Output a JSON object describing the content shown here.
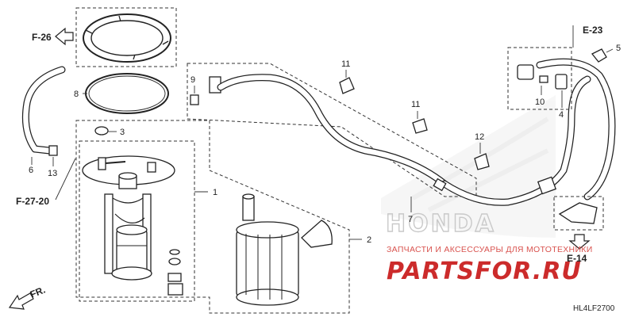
{
  "diagram": {
    "ref_codes": {
      "f26": "F-26",
      "f2720": "F-27-20",
      "e23": "E-23",
      "e14": "E-14",
      "fr": "FR."
    },
    "callouts": {
      "p1": "1",
      "p2": "2",
      "p3": "3",
      "p4": "4",
      "p5": "5",
      "p6": "6",
      "p7": "7",
      "p8": "8",
      "p9": "9",
      "p10": "10",
      "p11a": "11",
      "p11b": "11",
      "p12": "12",
      "p13": "13"
    },
    "part_number": "HL4LF2700",
    "brand_watermark": "HONDA",
    "shop_caption": "ЗАПЧАСТИ И АКСЕССУАРЫ ДЛЯ МОТОТЕХНИКИ",
    "shop_logo": "PARTSFOR.RU"
  }
}
